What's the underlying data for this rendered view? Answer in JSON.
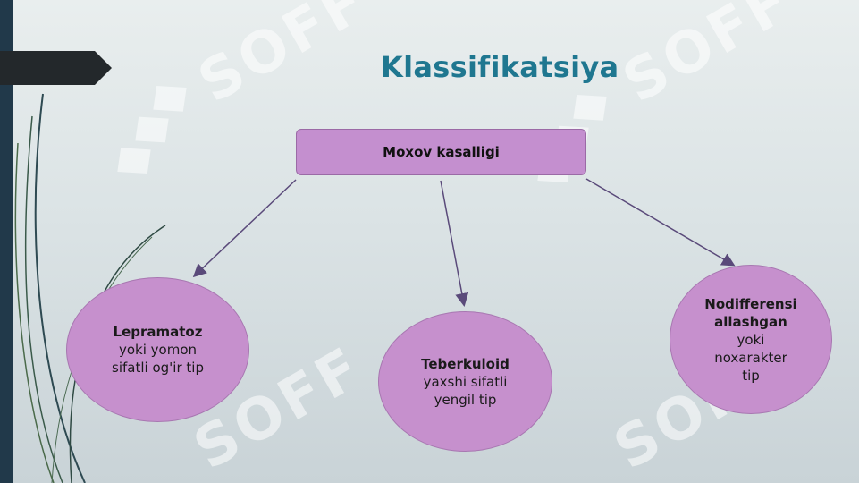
{
  "slide": {
    "title": "Klassifikatsiya",
    "watermark_text": "SOFF"
  },
  "diagram": {
    "root": "Moxov kasalligi",
    "children": [
      {
        "title": "Lepramatoz",
        "lines": [
          "yoki yomon",
          "sifatli og'ir tip"
        ]
      },
      {
        "title": "Teberkuloid",
        "lines": [
          "yaxshi sifatli",
          "yengil tip"
        ]
      },
      {
        "title_lines": [
          "Nodifferensi",
          "allashgan"
        ],
        "lines": [
          "yoki",
          "noxarakter",
          "tip"
        ]
      }
    ]
  },
  "colors": {
    "title": "#1f7790",
    "node_fill": "#c690cd",
    "left_bar": "#21394a",
    "arrow": "#5a4a7a"
  }
}
